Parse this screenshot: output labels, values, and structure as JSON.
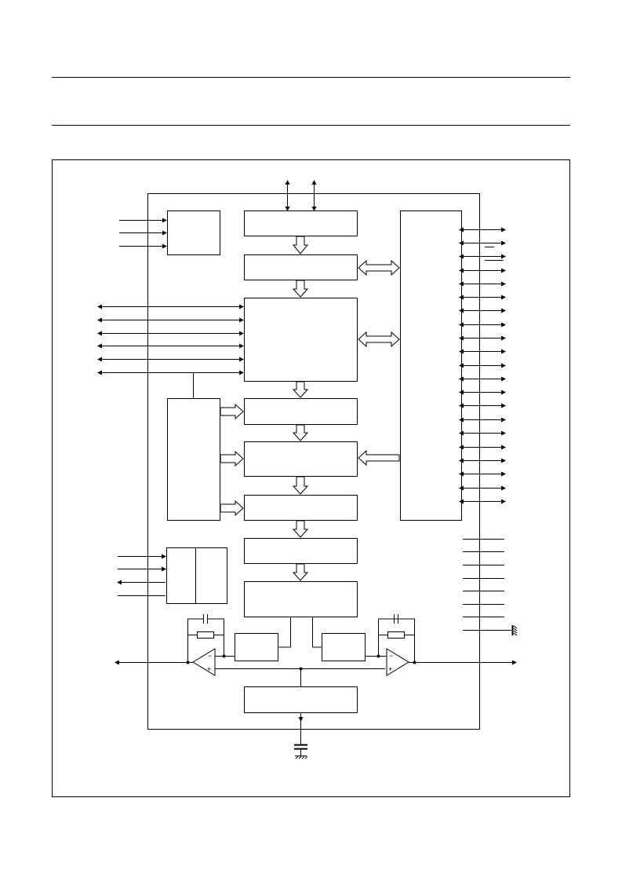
{
  "page": {
    "background": "#ffffff",
    "line_color": "#000000"
  },
  "diagram": {
    "kind": "block-diagram",
    "text_labels": [],
    "blocks": [
      {
        "id": "input-block"
      },
      {
        "id": "top-block-1"
      },
      {
        "id": "top-block-2"
      },
      {
        "id": "main-block"
      },
      {
        "id": "right-tall-block"
      },
      {
        "id": "left-tall-block"
      },
      {
        "id": "middle-block-1"
      },
      {
        "id": "middle-block-2"
      },
      {
        "id": "middle-block-3"
      },
      {
        "id": "lower-block-1"
      },
      {
        "id": "lower-block-2"
      },
      {
        "id": "split-block-left"
      },
      {
        "id": "split-block-right"
      },
      {
        "id": "small-block-left"
      },
      {
        "id": "small-block-right"
      },
      {
        "id": "bottom-block"
      },
      {
        "id": "op-amp-left"
      },
      {
        "id": "op-amp-right"
      }
    ]
  }
}
